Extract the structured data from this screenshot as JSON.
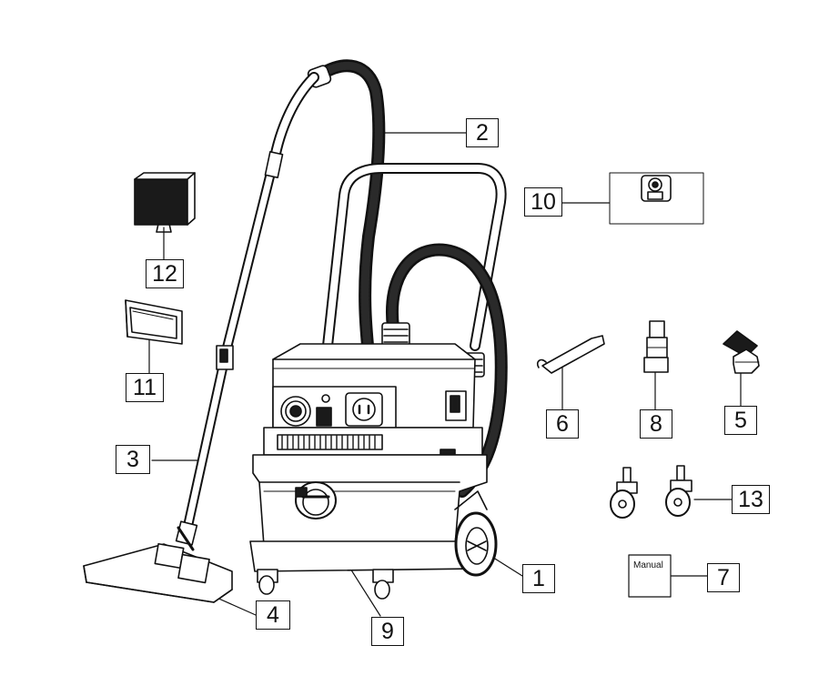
{
  "callouts": {
    "c1": "1",
    "c2": "2",
    "c3": "3",
    "c4": "4",
    "c5": "5",
    "c6": "6",
    "c7": "7",
    "c8": "8",
    "c9": "9",
    "c10": "10",
    "c11": "11",
    "c12": "12",
    "c13": "13"
  },
  "manual_text": "Manual",
  "colors": {
    "line": "#111111",
    "fill_light": "#ffffff",
    "fill_gray": "#bdbdbd",
    "fill_dark": "#1a1a1a"
  }
}
